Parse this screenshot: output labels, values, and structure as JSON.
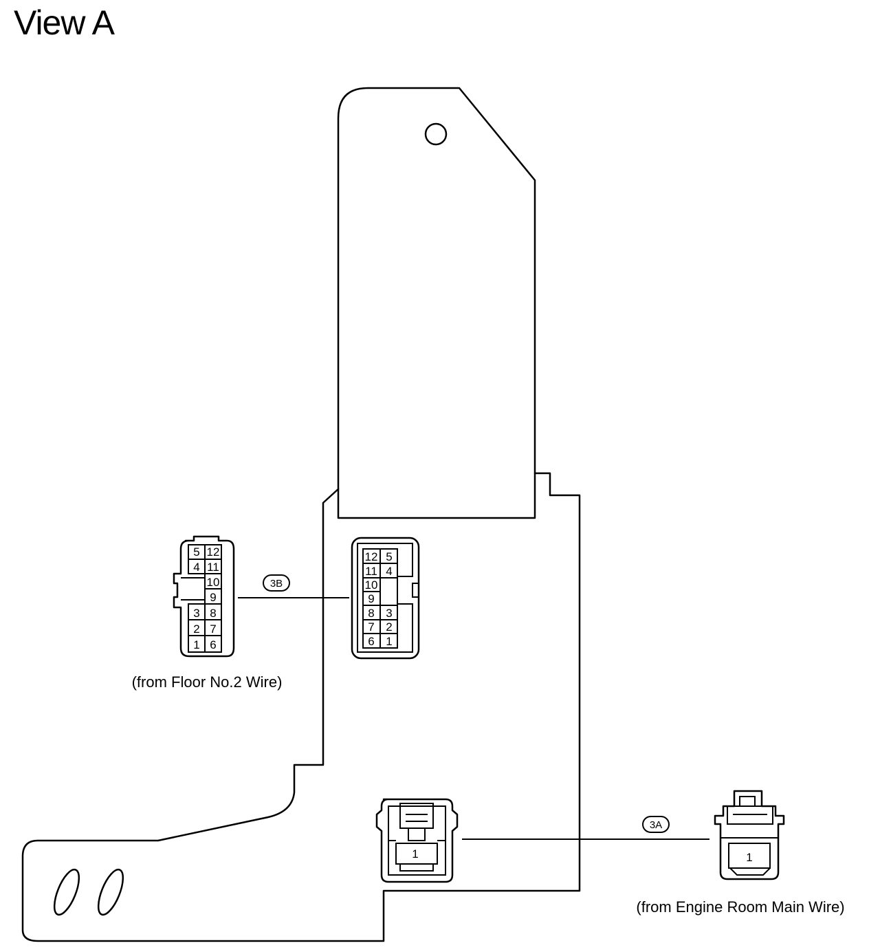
{
  "title": "View A",
  "connectors": {
    "3B": {
      "tag": "3B",
      "caption": "(from Floor No.2 Wire)",
      "harness_side_pins": [
        [
          "5",
          "12"
        ],
        [
          "4",
          "11"
        ],
        [
          "",
          "10"
        ],
        [
          "",
          "9"
        ],
        [
          "3",
          "8"
        ],
        [
          "2",
          "7"
        ],
        [
          "1",
          "6"
        ]
      ],
      "block_side_pins": [
        [
          "12",
          "5"
        ],
        [
          "11",
          "4"
        ],
        [
          "10",
          ""
        ],
        [
          "9",
          ""
        ],
        [
          "8",
          "3"
        ],
        [
          "7",
          "2"
        ],
        [
          "6",
          "1"
        ]
      ]
    },
    "3A": {
      "tag": "3A",
      "caption": "(from Engine Room Main Wire)",
      "harness_side_pin": "1",
      "block_side_pin": "1"
    }
  }
}
